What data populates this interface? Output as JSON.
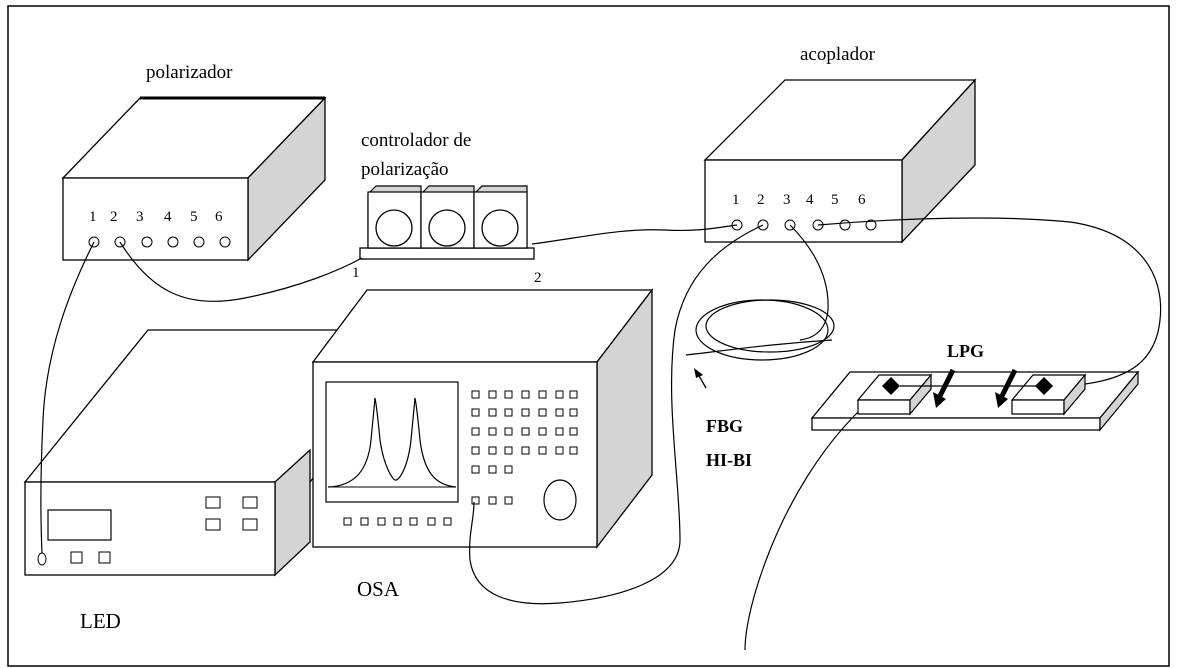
{
  "labels": {
    "polarizer": "polarizador",
    "controller_line1": "controlador de",
    "controller_line2": "polarização",
    "coupler": "acoplador",
    "lpg": "LPG",
    "fbg_line1": "FBG",
    "fbg_line2": "HI-BI",
    "osa": "OSA",
    "led": "LED"
  },
  "port_numbers": {
    "polarizer": [
      "1",
      "2",
      "3",
      "4",
      "5",
      "6"
    ],
    "coupler": [
      "1",
      "2",
      "3",
      "4",
      "5",
      "6"
    ],
    "controller": [
      "1",
      "2"
    ]
  },
  "colors": {
    "stroke": "#000000",
    "side_face": "#d4d4d4",
    "background": "#ffffff"
  }
}
